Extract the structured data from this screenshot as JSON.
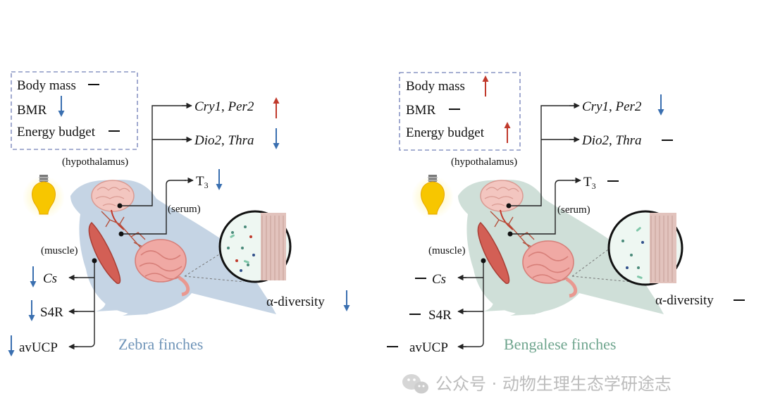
{
  "panels": [
    {
      "id": "zebra",
      "species_label": "Zebra finches",
      "species_color": "#6f94b8",
      "bird_color": "#c5d4e4",
      "box_items": [
        {
          "label": "Body mass",
          "state": "none"
        },
        {
          "label": "BMR",
          "state": "down"
        },
        {
          "label": "Energy budget",
          "state": "none"
        }
      ],
      "hypothalamus_label": "(hypothalamus)",
      "serum_label": "(serum)",
      "muscle_label": "(muscle)",
      "gene1": {
        "a": "Cry1",
        "sep": ", ",
        "b": "Per2",
        "state": "up"
      },
      "gene2": {
        "a": "Dio2",
        "sep": ", ",
        "b": "Thra",
        "state": "down"
      },
      "t3": {
        "base": "T",
        "sub": "3",
        "state": "down"
      },
      "alpha": {
        "label": "α-diversity",
        "state": "down"
      },
      "muscle_items": [
        {
          "label": "Cs",
          "italic": true,
          "state": "down"
        },
        {
          "label": "S4R",
          "italic": false,
          "state": "down"
        },
        {
          "label": "avUCP",
          "italic": false,
          "state": "down"
        }
      ]
    },
    {
      "id": "bengalese",
      "species_label": "Bengalese finches",
      "species_color": "#6fa58e",
      "bird_color": "#cfdfd8",
      "box_items": [
        {
          "label": "Body mass",
          "state": "up"
        },
        {
          "label": "BMR",
          "state": "none"
        },
        {
          "label": "Energy budget",
          "state": "up"
        }
      ],
      "hypothalamus_label": "(hypothalamus)",
      "serum_label": "(serum)",
      "muscle_label": "(muscle)",
      "gene1": {
        "a": "Cry1",
        "sep": ", ",
        "b": "Per2",
        "state": "down"
      },
      "gene2": {
        "a": "Dio2",
        "sep": ", ",
        "b": "Thra",
        "state": "none"
      },
      "t3": {
        "base": "T",
        "sub": "3",
        "state": "none"
      },
      "alpha": {
        "label": "α-diversity",
        "state": "none"
      },
      "muscle_items": [
        {
          "label": "Cs",
          "italic": true,
          "state": "none"
        },
        {
          "label": "S4R",
          "italic": false,
          "state": "none"
        },
        {
          "label": "avUCP",
          "italic": false,
          "state": "none"
        }
      ]
    }
  ],
  "colors": {
    "up": "#c0392b",
    "down": "#3a6fb0",
    "none": "#111111",
    "box_border": "#8a95c4"
  },
  "watermark": {
    "text": "公众号 · 动物生理生态学研途志",
    "icon": "wechat-icon"
  }
}
